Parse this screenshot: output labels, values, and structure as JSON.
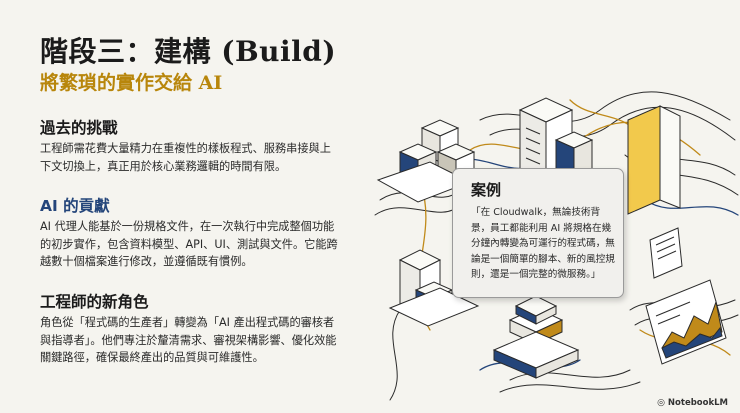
{
  "slide": {
    "title": "階段三：建構 (Build)",
    "subtitle": "將繁瑣的實作交給 AI"
  },
  "sections": [
    {
      "heading": "過去的挑戰",
      "text": "工程師需花費大量精力在重複性的樣板程式、服務串接與上下文切換上，真正用於核心業務邏輯的時間有限。"
    },
    {
      "heading": "AI 的貢獻",
      "text": "AI 代理人能基於一份規格文件，在一次執行中完成整個功能的初步實作，包含資料模型、API、UI、測試與文件。它能跨越數十個檔案進行修改，並遵循既有慣例。"
    },
    {
      "heading": "工程師的新角色",
      "text": "角色從「程式碼的生產者」轉變為「AI 產出程式碼的審核者與指導者」。他們專注於釐清需求、審視架構影響、優化效能關鍵路徑，確保最終產出的品質與可維護性。"
    }
  ],
  "case_card": {
    "title": "案例",
    "text": "「在 Cloudwalk，無論技術背景，員工都能利用 AI 將規格在幾分鐘內轉變為可運行的程式碼，無論是一個簡單的腳本、新的風控規則，還是一個完整的微服務。」"
  },
  "brand": {
    "label": "NotebookLM",
    "icon": "notebooklm-logo-icon"
  },
  "colors": {
    "background": "#f5f4ef",
    "accent_gold": "#b8860b",
    "accent_navy": "#24457a",
    "ink": "#1b1b1b"
  }
}
